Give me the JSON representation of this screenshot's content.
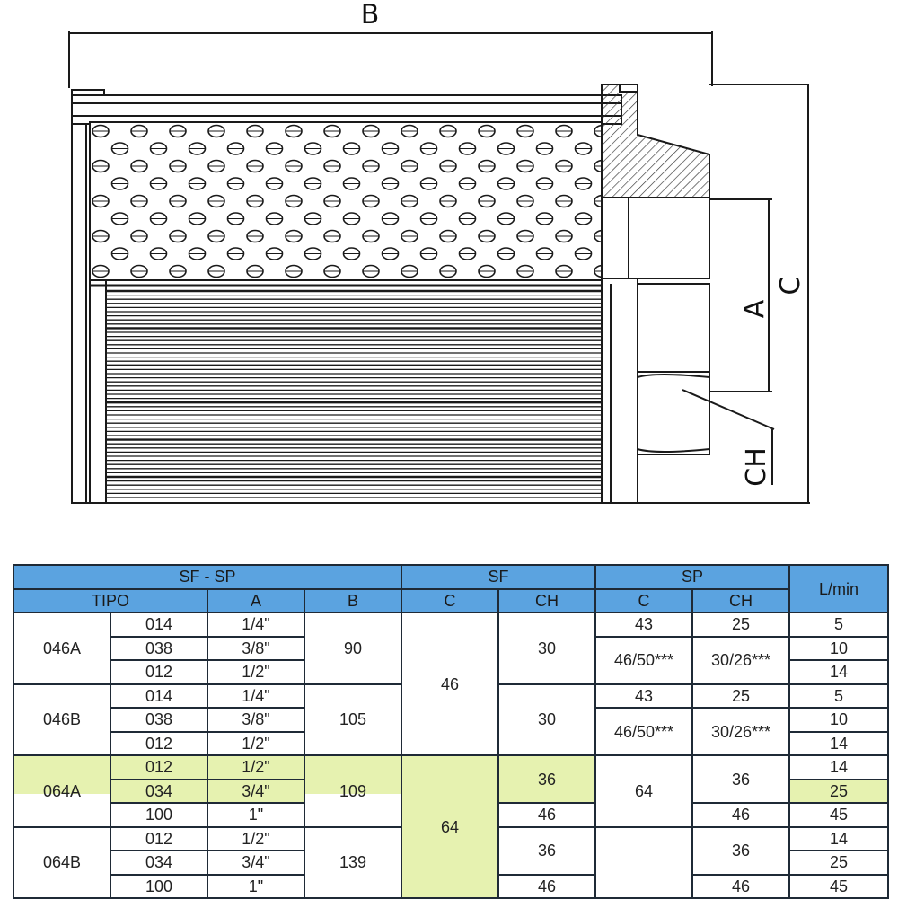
{
  "drawing": {
    "dimension_labels": {
      "b": "B",
      "a": "A",
      "c": "C",
      "ch": "CH"
    },
    "line_color": "#1a1a1a",
    "hatch_color": "#333333"
  },
  "table": {
    "header_color": "#5ba3e0",
    "highlight_color": "#e6f2b0",
    "group_headers": {
      "sf_sp": "SF - SP",
      "sf": "SF",
      "sp": "SP",
      "lmin": "L/min"
    },
    "sub_headers": {
      "tipo": "TIPO",
      "a": "A",
      "b": "B",
      "sf_c": "C",
      "sf_ch": "CH",
      "sp_c": "C",
      "sp_ch": "CH"
    },
    "groups": [
      {
        "tipo": "046A",
        "b": "90",
        "sf_ch": "30",
        "codes": [
          "014",
          "038",
          "012"
        ],
        "a": [
          "1/4\"",
          "3/8\"",
          "1/2\""
        ],
        "sp_c": [
          "43",
          "46/50***"
        ],
        "sp_ch": [
          "25",
          "30/26***"
        ],
        "lmin": [
          "5",
          "10",
          "14"
        ]
      },
      {
        "tipo": "046B",
        "b": "105",
        "sf_ch": "30",
        "codes": [
          "014",
          "038",
          "012"
        ],
        "a": [
          "1/4\"",
          "3/8\"",
          "1/2\""
        ],
        "sp_c": [
          "43",
          "46/50***"
        ],
        "sp_ch": [
          "25",
          "30/26***"
        ],
        "lmin": [
          "5",
          "10",
          "14"
        ]
      },
      {
        "tipo": "064A",
        "b": "109",
        "sf_ch": [
          "36",
          "46"
        ],
        "codes": [
          "012",
          "034",
          "100"
        ],
        "a": [
          "1/2\"",
          "3/4\"",
          "1\""
        ],
        "sp_ch": [
          "36",
          "46"
        ],
        "lmin": [
          "14",
          "25",
          "45"
        ]
      },
      {
        "tipo": "064B",
        "b": "139",
        "sf_ch": [
          "36",
          "46"
        ],
        "codes": [
          "012",
          "034",
          "100"
        ],
        "a": [
          "1/2\"",
          "3/4\"",
          "1\""
        ],
        "sp_ch": [
          "36",
          "46"
        ],
        "lmin": [
          "14",
          "25",
          "45"
        ]
      }
    ],
    "sf_c_046": "46",
    "sf_c_064": "64",
    "sp_c_064": "64"
  }
}
